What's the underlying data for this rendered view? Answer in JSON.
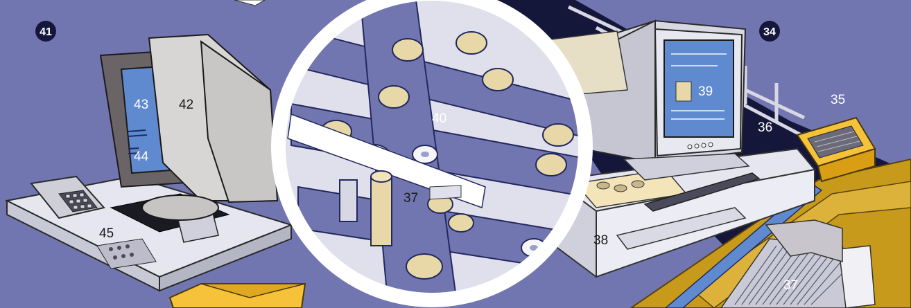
{
  "badges": {
    "left": "41",
    "right": "34"
  },
  "labels": {
    "l35": "35",
    "l36": "36",
    "l37_belt": "37",
    "l37_sorter": "37",
    "l38": "38",
    "l39": "39",
    "l40": "40",
    "l42": "42",
    "l43": "43",
    "l44": "44",
    "l45": "45"
  },
  "colors": {
    "background": "#7276b0",
    "paper_light": "#e0e0ec",
    "beige": "#e8d8a8",
    "gold": "#c89a1c",
    "yellow_box": "#f5c23a",
    "screen_blue": "#5f8ad0",
    "dark_navy": "#22285c"
  }
}
